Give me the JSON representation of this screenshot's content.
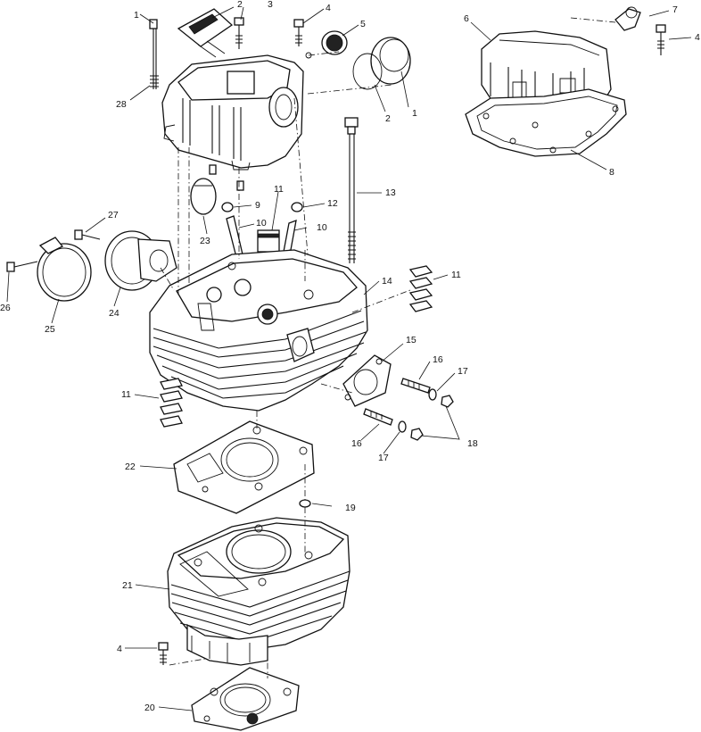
{
  "diagram": {
    "callouts": {
      "c1a": "1",
      "c2a": "2",
      "c3": "3",
      "c4a": "4",
      "c5": "5",
      "c2b": "2",
      "c1b": "1",
      "c28": "28",
      "c6": "6",
      "c7": "7",
      "c4b": "4",
      "c8": "8",
      "c13": "13",
      "c9": "9",
      "c11a": "11",
      "c12": "12",
      "c10a": "10",
      "c10b": "10",
      "c23": "23",
      "c27": "27",
      "c26": "26",
      "c25": "25",
      "c24": "24",
      "c14": "14",
      "c11b": "11",
      "c15": "15",
      "c16a": "16",
      "c17a": "17",
      "c11c": "11",
      "c16b": "16",
      "c17b": "17",
      "c18": "18",
      "c22": "22",
      "c19": "19",
      "c21": "21",
      "c4c": "4",
      "c20": "20"
    }
  }
}
